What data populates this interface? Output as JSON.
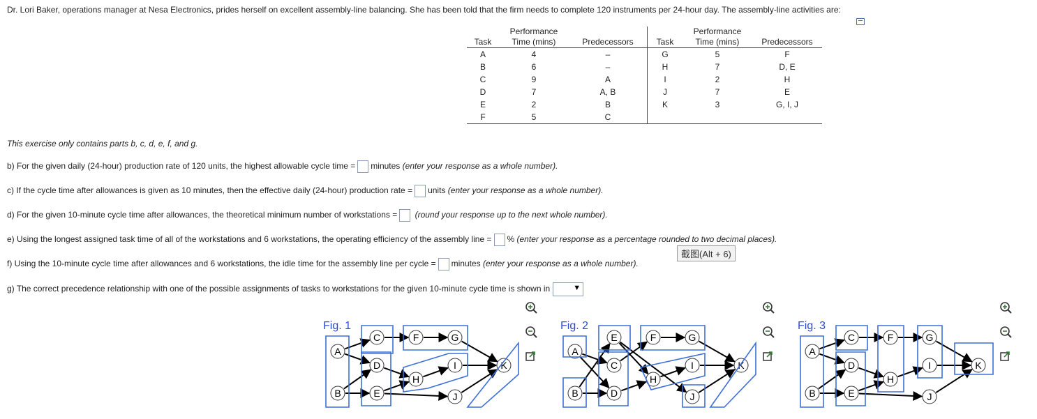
{
  "intro": "Dr. Lori Baker, operations manager at Nesa Electronics, prides herself on excellent assembly-line balancing.  She has been told that the firm needs to complete 120 instruments per 24-hour day.  The assembly-line activities are:",
  "table": {
    "headers": {
      "task": "Task",
      "perf_line1": "Performance",
      "perf_line2": "Time (mins)",
      "pred": "Predecessors"
    },
    "left": [
      {
        "task": "A",
        "time": "4",
        "pred": "–"
      },
      {
        "task": "B",
        "time": "6",
        "pred": "–"
      },
      {
        "task": "C",
        "time": "9",
        "pred": "A"
      },
      {
        "task": "D",
        "time": "7",
        "pred": "A, B"
      },
      {
        "task": "E",
        "time": "2",
        "pred": "B"
      },
      {
        "task": "F",
        "time": "5",
        "pred": "C"
      }
    ],
    "right": [
      {
        "task": "G",
        "time": "5",
        "pred": "F"
      },
      {
        "task": "H",
        "time": "7",
        "pred": "D, E"
      },
      {
        "task": "I",
        "time": "2",
        "pred": "H"
      },
      {
        "task": "J",
        "time": "7",
        "pred": "E"
      },
      {
        "task": "K",
        "time": "3",
        "pred": "G, I, J"
      },
      {
        "task": "",
        "time": "",
        "pred": ""
      }
    ]
  },
  "note": "This exercise only contains parts b, c, d, e, f, and g.",
  "questions": {
    "b": {
      "pre": "b) For the given daily (24-hour) production rate of 120 units, the highest allowable cycle time =",
      "post": "minutes",
      "hint": "(enter your response as a whole number)."
    },
    "c": {
      "pre": "c) If the cycle time after allowances is given as 10 minutes, then the effective daily (24-hour) production rate =",
      "post": "units",
      "hint": "(enter your response as a whole number)."
    },
    "d": {
      "pre": "d) For the given 10-minute cycle time after allowances, the theoretical minimum number of workstations =",
      "post": "",
      "hint": "(round your response up to the next whole number)."
    },
    "e": {
      "pre": "e) Using the longest assigned task time of all of the workstations and 6 workstations, the operating efficiency of the assembly line =",
      "post": "%",
      "hint": "(enter your response as a percentage rounded to two decimal places)."
    },
    "f": {
      "pre": "f) Using the 10-minute cycle time after allowances and 6 workstations, the idle time for the assembly line per cycle =",
      "post": "minutes",
      "hint": "(enter your response as a whole number)."
    },
    "g": {
      "pre": "g) The correct precedence relationship with one of the possible assignments of tasks to workstations for the given 10-minute cycle time is shown in"
    }
  },
  "tooltip": "截图(Alt + 6)",
  "figures": [
    "Fig. 1",
    "Fig. 2",
    "Fig. 3"
  ],
  "nodes": [
    "A",
    "B",
    "C",
    "D",
    "E",
    "F",
    "G",
    "H",
    "I",
    "J",
    "K"
  ],
  "colors": {
    "station": "#3d6fd9",
    "figlabel": "#2a4bd7",
    "zoom": "#3a7d3a"
  }
}
